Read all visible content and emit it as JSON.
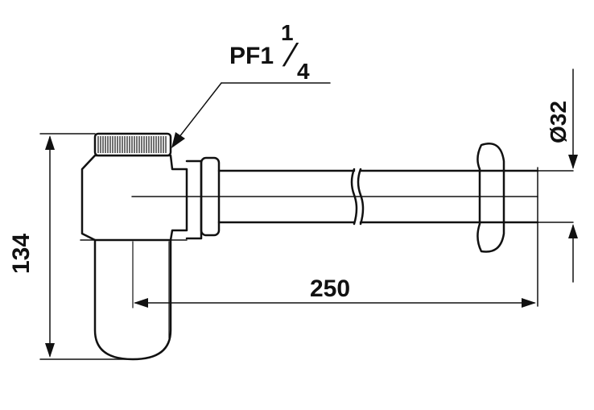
{
  "labels": {
    "thread": "PF1",
    "thread_frac_num": "1",
    "thread_frac_den": "4",
    "height": "134",
    "length": "250",
    "diameter": "Ø32"
  },
  "colors": {
    "line": "#111111",
    "fill": "#ffffff"
  }
}
